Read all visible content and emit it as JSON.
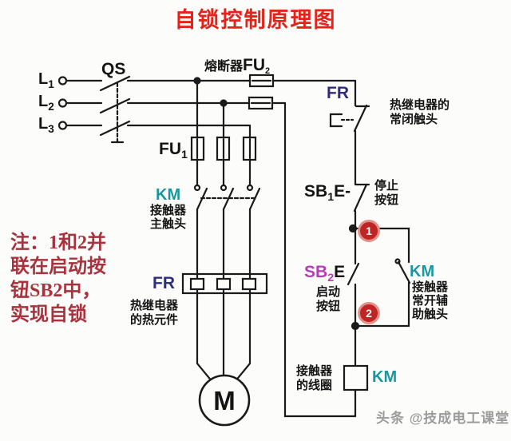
{
  "title": "自锁控制原理图",
  "note": {
    "line1": "注：1和2并",
    "line2": "联在启动按",
    "line3": "钮SB2中，",
    "line4": "实现自锁"
  },
  "watermark": "头条 @技成电工课堂",
  "power": {
    "phases": [
      {
        "label": "L",
        "sub": "1"
      },
      {
        "label": "L",
        "sub": "2"
      },
      {
        "label": "L",
        "sub": "3"
      }
    ],
    "qs": {
      "label": "QS"
    },
    "fu2": {
      "prefix": "熔断器",
      "label": "FU",
      "sub": "2"
    },
    "fu1": {
      "label": "FU",
      "sub": "1"
    },
    "km_main": {
      "label": "KM",
      "desc1": "接触器",
      "desc2": "主触头"
    },
    "fr_heater": {
      "label": "FR",
      "desc1": "热继电器",
      "desc2": "的热元件"
    },
    "motor": {
      "label": "M"
    }
  },
  "control": {
    "fr_nc": {
      "label": "FR",
      "desc1": "热继电器的",
      "desc2": "常闭触头"
    },
    "sb1": {
      "label": "SB",
      "sub": "1",
      "symbol": "E-",
      "desc1": "停止",
      "desc2": "按钮"
    },
    "node1": {
      "number": "1"
    },
    "sb2": {
      "label": "SB",
      "sub": "2",
      "symbol": "E",
      "desc1": "启动",
      "desc2": "按钮"
    },
    "km_aux": {
      "label": "KM",
      "desc1": "接触器",
      "desc2": "常开辅",
      "desc3": "助触头"
    },
    "node2": {
      "number": "2"
    },
    "km_coil": {
      "label": "KM",
      "desc1": "接触器",
      "desc2": "的线圈"
    }
  },
  "colors": {
    "title_red": "#e2241c",
    "note_red": "#a8333e",
    "km_teal": "#18989c",
    "fr_navy": "#2e2e7c",
    "sb2_magenta": "#b83cb8",
    "badge_red": "#c12424",
    "line": "#1a1a1a"
  }
}
